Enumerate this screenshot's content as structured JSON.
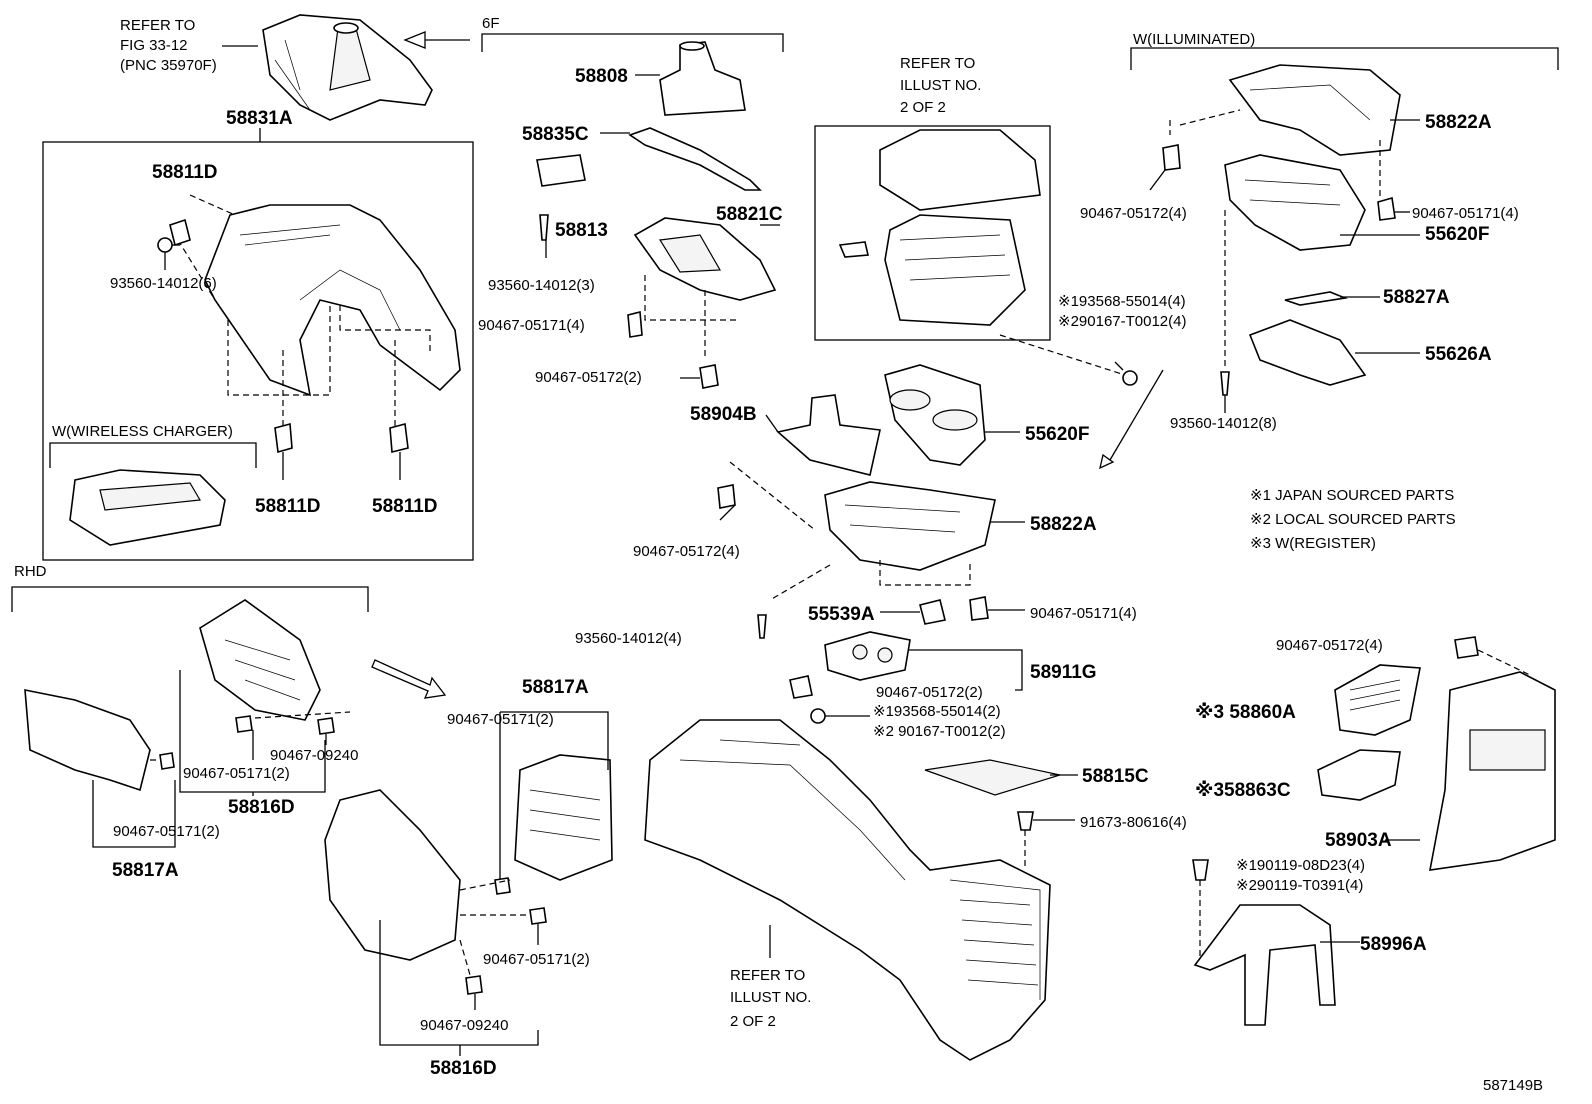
{
  "diagram_id": "587149B",
  "notes": [
    "※1 JAPAN SOURCED PARTS",
    "※2 LOCAL SOURCED PARTS",
    "※3 W(REGISTER)"
  ],
  "groups": {
    "six_f": "6F",
    "illuminated": "W(ILLUMINATED)",
    "wireless": "W(WIRELESS CHARGER)",
    "rhd": "RHD"
  },
  "refs": {
    "fig": [
      "REFER TO",
      "FIG 33-12",
      "(PNC 35970F)"
    ],
    "illust_top": [
      "REFER TO",
      "ILLUST NO.",
      "2 OF 2"
    ],
    "illust_bottom": [
      "REFER TO",
      "ILLUST NO.",
      "2 OF 2"
    ]
  },
  "labels": {
    "p58831A": "58831A",
    "p58811D_top": "58811D",
    "p93560_14012_6": "93560-14012(6)",
    "p58811D_left": "58811D",
    "p58811D_right": "58811D",
    "p58808": "58808",
    "p58835C": "58835C",
    "p58813": "58813",
    "p58821C": "58821C",
    "p93560_14012_3": "93560-14012(3)",
    "p90467_05171_4a": "90467-05171(4)",
    "p90467_05172_2a": "90467-05172(2)",
    "p58904B": "58904B",
    "p55620F_mid": "55620F",
    "p93568_55014_4": "※193568-55014(4)",
    "p290167_T0012_4": "※290167-T0012(4)",
    "p58822A_top": "58822A",
    "p90467_05172_4_top": "90467-05172(4)",
    "p90467_05171_4_top": "90467-05171(4)",
    "p55620F_top": "55620F",
    "p58827A": "58827A",
    "p55626A": "55626A",
    "p93560_14012_8": "93560-14012(8)",
    "p90467_05172_4_mid": "90467-05172(4)",
    "p58822A_mid": "58822A",
    "p55539A": "55539A",
    "p90467_05171_4_mid": "90467-05171(4)",
    "p93560_14012_4": "93560-14012(4)",
    "p58911G": "58911G",
    "p90467_05172_2b": "90467-05172(2)",
    "p193568_55014_2": "※193568-55014(2)",
    "p290167_T0012_2": "※2 90167-T0012(2)",
    "p58815C": "58815C",
    "p91673_80616_4": "91673-80616(4)",
    "p90467_05172_4_right": "90467-05172(4)",
    "p58860A": "※3 58860A",
    "p58863C": "※358863C",
    "p58903A": "58903A",
    "p190119_08D23_4": "※190119-08D23(4)",
    "p290119_T0391_4": "※290119-T0391(4)",
    "p58996A": "58996A",
    "p58817A_mid": "58817A",
    "p90467_05171_2a": "90467-05171(2)",
    "p90467_09240_a": "90467-09240",
    "p90467_05171_2b": "90467-05171(2)",
    "p58816D_a": "58816D",
    "p90467_05171_2c": "90467-05171(2)",
    "p58817A_left": "58817A",
    "p90467_05171_2d": "90467-05171(2)",
    "p90467_09240_b": "90467-09240",
    "p58816D_b": "58816D"
  }
}
